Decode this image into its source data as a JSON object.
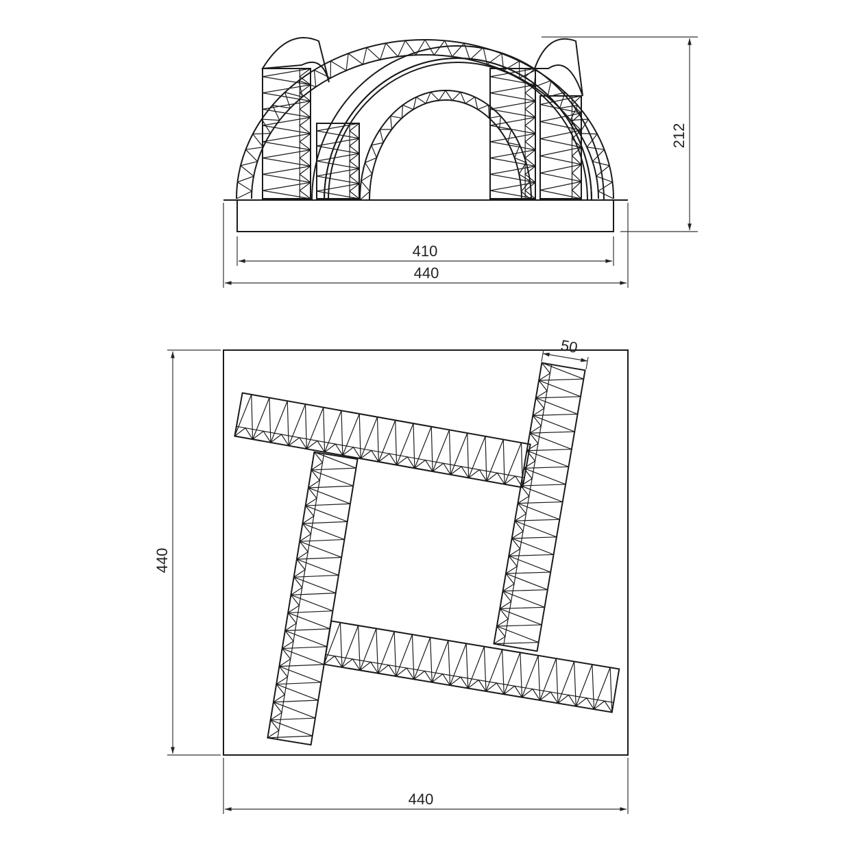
{
  "drawing": {
    "front_view": {
      "dimensions": {
        "inner_width": "410",
        "outer_width": "440",
        "height": "212"
      }
    },
    "plan_view": {
      "dimensions": {
        "height": "440",
        "width": "440",
        "beam_width": "50"
      }
    }
  },
  "colors": {
    "line": "#1a1a1a",
    "background": "#ffffff"
  }
}
